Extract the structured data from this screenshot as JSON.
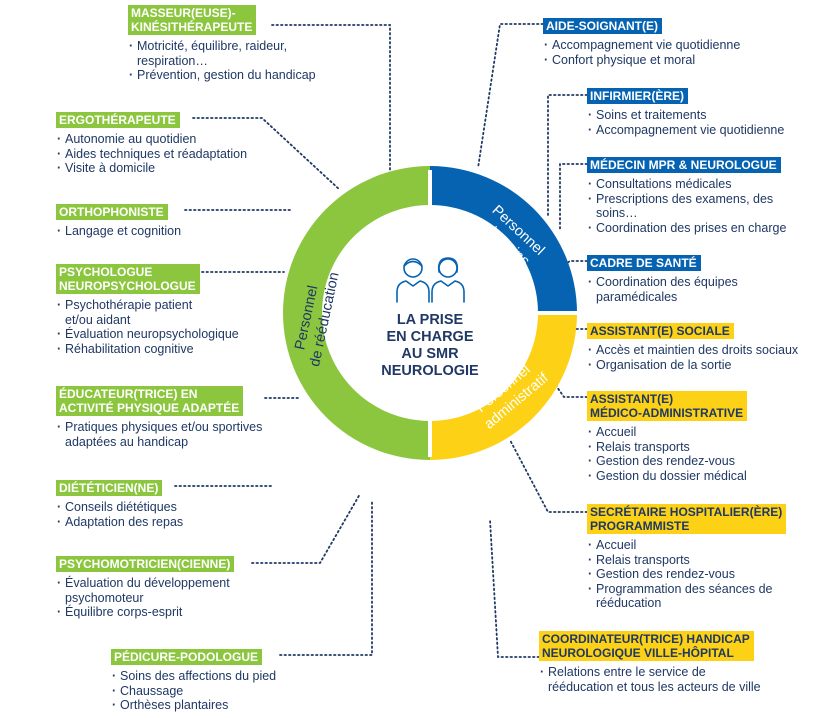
{
  "center": {
    "title_lines": [
      "LA PRISE",
      "EN CHARGE",
      "AU SMR",
      "NEUROLOGIE"
    ]
  },
  "segments": {
    "reeducation": {
      "label_lines": [
        "Personnel",
        "de rééducation"
      ],
      "color": "#8cc63f"
    },
    "soins": {
      "label_lines": [
        "Personnel",
        "de soins"
      ],
      "color": "#0563b1"
    },
    "administratif": {
      "label_lines": [
        "Personnel",
        "administratif"
      ],
      "color": "#fcd116"
    }
  },
  "left_roles": [
    {
      "title_lines": [
        "MASSEUR(EUSE)-",
        "KINÉSITHÉRAPEUTE"
      ],
      "items": [
        "Motricité, équilibre, raideur, respiration…",
        "Prévention, gestion du handicap"
      ]
    },
    {
      "title_lines": [
        "ERGOTHÉRAPEUTE"
      ],
      "items": [
        "Autonomie au quotidien",
        "Aides techniques et réadaptation",
        "Visite à domicile"
      ]
    },
    {
      "title_lines": [
        "ORTHOPHONISTE"
      ],
      "items": [
        "Langage et cognition"
      ]
    },
    {
      "title_lines": [
        "PSYCHOLOGUE",
        "NEUROPSYCHOLOGUE"
      ],
      "items": [
        "Psychothérapie patient et/ou aidant",
        "Évaluation neuropsychologique",
        "Réhabilitation cognitive"
      ]
    },
    {
      "title_lines": [
        "ÉDUCATEUR(TRICE) EN",
        "ACTIVITÉ PHYSIQUE ADAPTÉE"
      ],
      "items": [
        "Pratiques physiques et/ou sportives adaptées au handicap"
      ]
    },
    {
      "title_lines": [
        "DIÉTÉTICIEN(NE)"
      ],
      "items": [
        "Conseils diététiques",
        "Adaptation des repas"
      ]
    },
    {
      "title_lines": [
        "PSYCHOMOTRICIEN(CIENNE)"
      ],
      "items": [
        "Évaluation du développement psychomoteur",
        "Équilibre corps-esprit"
      ]
    },
    {
      "title_lines": [
        "PÉDICURE-PODOLOGUE"
      ],
      "items": [
        "Soins des affections du pied",
        "Chaussage",
        "Orthèses plantaires"
      ]
    }
  ],
  "right_roles": [
    {
      "title_lines": [
        "AIDE-SOIGNANT(E)"
      ],
      "color": "blue",
      "items": [
        "Accompagnement vie quotidienne",
        "Confort physique et moral"
      ]
    },
    {
      "title_lines": [
        "INFIRMIER(ÈRE)"
      ],
      "color": "blue",
      "items": [
        "Soins et traitements",
        "Accompagnement vie quotidienne"
      ]
    },
    {
      "title_lines": [
        "MÉDECIN MPR & NEUROLOGUE"
      ],
      "color": "blue",
      "items": [
        "Consultations médicales",
        "Prescriptions des examens, des soins…",
        "Coordination des prises en charge"
      ]
    },
    {
      "title_lines": [
        "CADRE DE SANTÉ"
      ],
      "color": "blue",
      "items": [
        "Coordination des équipes paramédicales"
      ]
    },
    {
      "title_lines": [
        "ASSISTANT(E) SOCIALE"
      ],
      "color": "yellow",
      "items": [
        "Accès et maintien des droits sociaux",
        "Organisation de la sortie"
      ]
    },
    {
      "title_lines": [
        "ASSISTANT(E)",
        "MÉDICO-ADMINISTRATIVE"
      ],
      "color": "yellow",
      "items": [
        "Accueil",
        "Relais transports",
        "Gestion des rendez-vous",
        "Gestion du dossier médical"
      ]
    },
    {
      "title_lines": [
        "SECRÉTAIRE HOSPITALIER(ÈRE)",
        "PROGRAMMISTE"
      ],
      "color": "yellow",
      "items": [
        "Accueil",
        "Relais transports",
        "Gestion des rendez-vous",
        "Programmation des séances de rééducation"
      ]
    },
    {
      "title_lines": [
        "COORDINATEUR(TRICE) HANDICAP",
        "NEUROLOGIQUE VILLE-HÔPITAL"
      ],
      "color": "yellow",
      "items": [
        "Relations entre le service de rééducation et tous les acteurs de ville"
      ]
    }
  ],
  "colors": {
    "green": "#8cc63f",
    "blue": "#0563b1",
    "yellow": "#fcd116",
    "navy": "#1f3864"
  }
}
